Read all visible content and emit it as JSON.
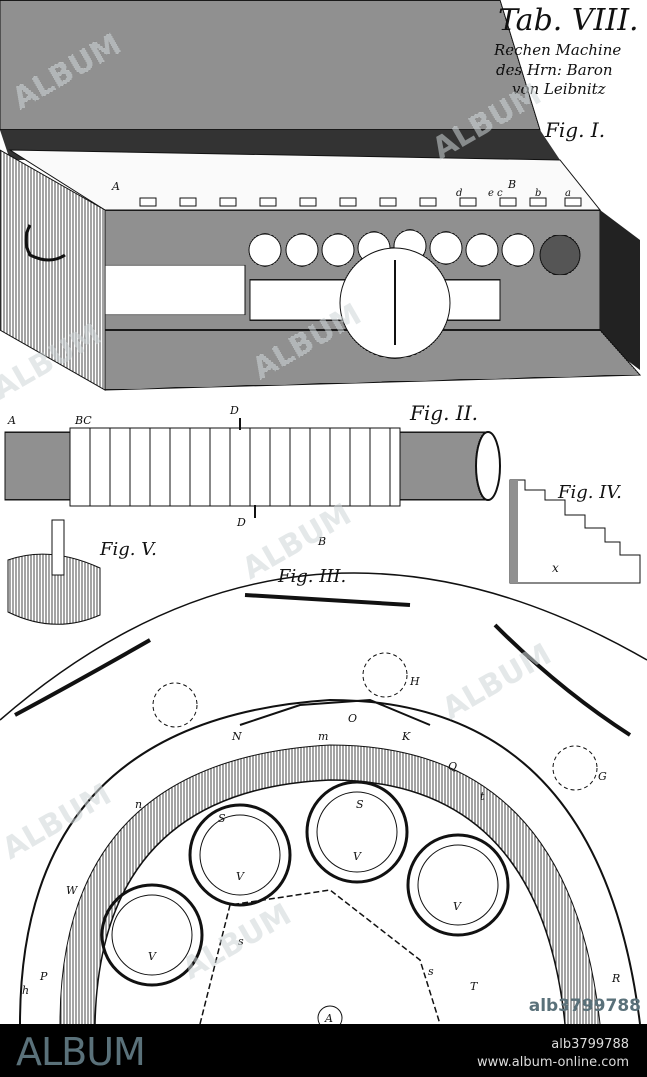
{
  "plate": {
    "title": "Tab. VIII.",
    "subtitle_lines": [
      "Rechen Machine",
      "des Hrn: Baron",
      "von Leibnitz"
    ],
    "figures": {
      "fig1": "Fig. I.",
      "fig2": "Fig. II.",
      "fig3": "Fig. III.",
      "fig4": "Fig. IV.",
      "fig5": "Fig. V."
    },
    "fig1_letters": [
      "A",
      "B",
      "e",
      "d",
      "c",
      "b",
      "a"
    ],
    "fig2_letters": [
      "A",
      "BC",
      "D",
      "D"
    ],
    "fig3_letters": [
      "B",
      "H",
      "O",
      "K",
      "m",
      "N",
      "Q",
      "G",
      "n",
      "t",
      "S",
      "S",
      "V",
      "V",
      "V",
      "V",
      "W",
      "P",
      "h",
      "s",
      "s",
      "T",
      "R",
      "A"
    ],
    "fig4_letters": [
      "x"
    ]
  },
  "watermark": {
    "text": "ALBUM",
    "image_id": "alb3799788"
  },
  "footer": {
    "logo": "ALBUM",
    "image_id": "alb3799788",
    "url": "www.album-online.com"
  },
  "colors": {
    "brand": "#5a717a",
    "footer_bg": "#000000"
  }
}
